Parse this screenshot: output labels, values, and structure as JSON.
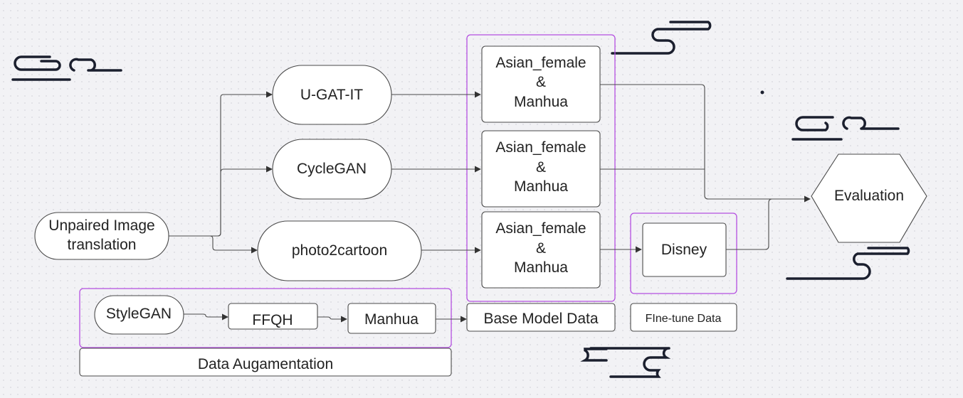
{
  "nodes": {
    "unpaired": [
      "Unpaired Image",
      "translation"
    ],
    "ugatit": "U-GAT-IT",
    "cyclegan": "CycleGAN",
    "photo2cartoon": "photo2cartoon",
    "asian1": [
      "Asian_female",
      "&",
      "Manhua"
    ],
    "asian2": [
      "Asian_female",
      "&",
      "Manhua"
    ],
    "asian3": [
      "Asian_female",
      "&",
      "Manhua"
    ],
    "disney": "Disney",
    "evaluation": "Evaluation",
    "stylegan": "StyleGAN",
    "ffqh": "FFQH",
    "manhua": "Manhua"
  },
  "labels": {
    "base_model_data": "Base Model Data",
    "finetune_data": "FIne-tune Data",
    "data_augmentation": "Data Augamentation"
  },
  "colors": {
    "line": "#4a4a4a",
    "group_border": "#b44fe0",
    "decoration": "#1b1f2e",
    "node_fill": "#ffffff"
  }
}
